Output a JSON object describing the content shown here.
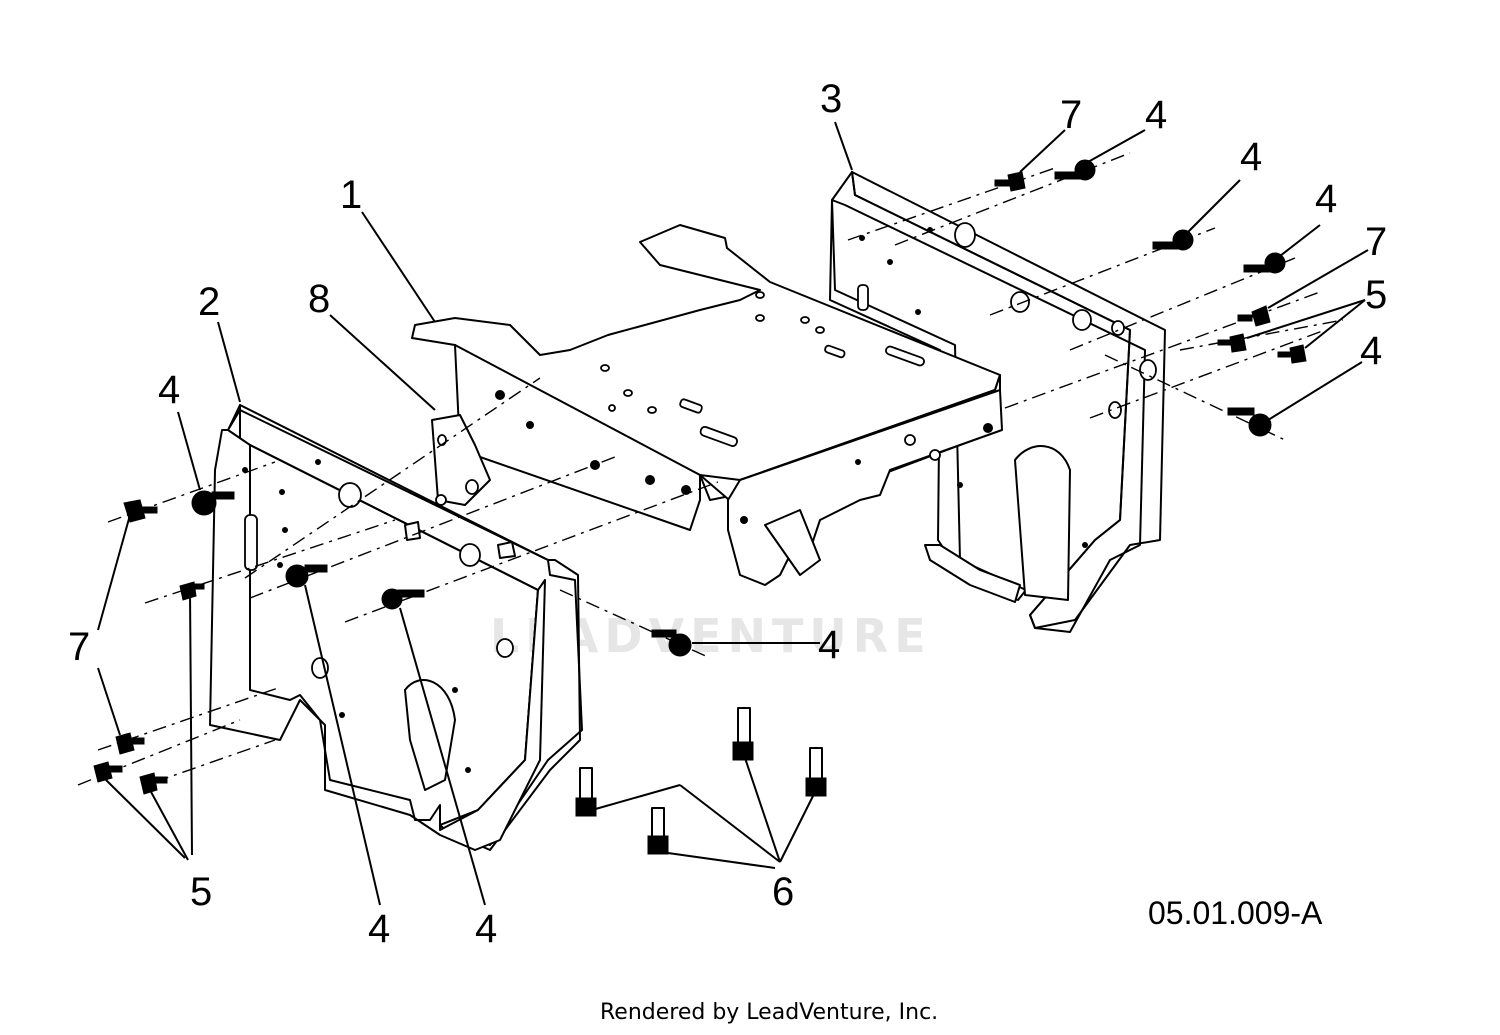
{
  "diagram": {
    "drawing_number": "05.01.009-A",
    "watermark": "LEADVENTURE",
    "footer": "Rendered by LeadVenture, Inc.",
    "callouts": [
      {
        "id": "c1",
        "label": "1"
      },
      {
        "id": "c2",
        "label": "2"
      },
      {
        "id": "c3",
        "label": "3"
      },
      {
        "id": "c4a",
        "label": "4"
      },
      {
        "id": "c4b",
        "label": "4"
      },
      {
        "id": "c4c",
        "label": "4"
      },
      {
        "id": "c4d",
        "label": "4"
      },
      {
        "id": "c4e",
        "label": "4"
      },
      {
        "id": "c4f",
        "label": "4"
      },
      {
        "id": "c4g",
        "label": "4"
      },
      {
        "id": "c4h",
        "label": "4"
      },
      {
        "id": "c5a",
        "label": "5"
      },
      {
        "id": "c5b",
        "label": "5"
      },
      {
        "id": "c6",
        "label": "6"
      },
      {
        "id": "c7a",
        "label": "7"
      },
      {
        "id": "c7b",
        "label": "7"
      },
      {
        "id": "c7c",
        "label": "7"
      },
      {
        "id": "c8",
        "label": "8"
      }
    ]
  }
}
